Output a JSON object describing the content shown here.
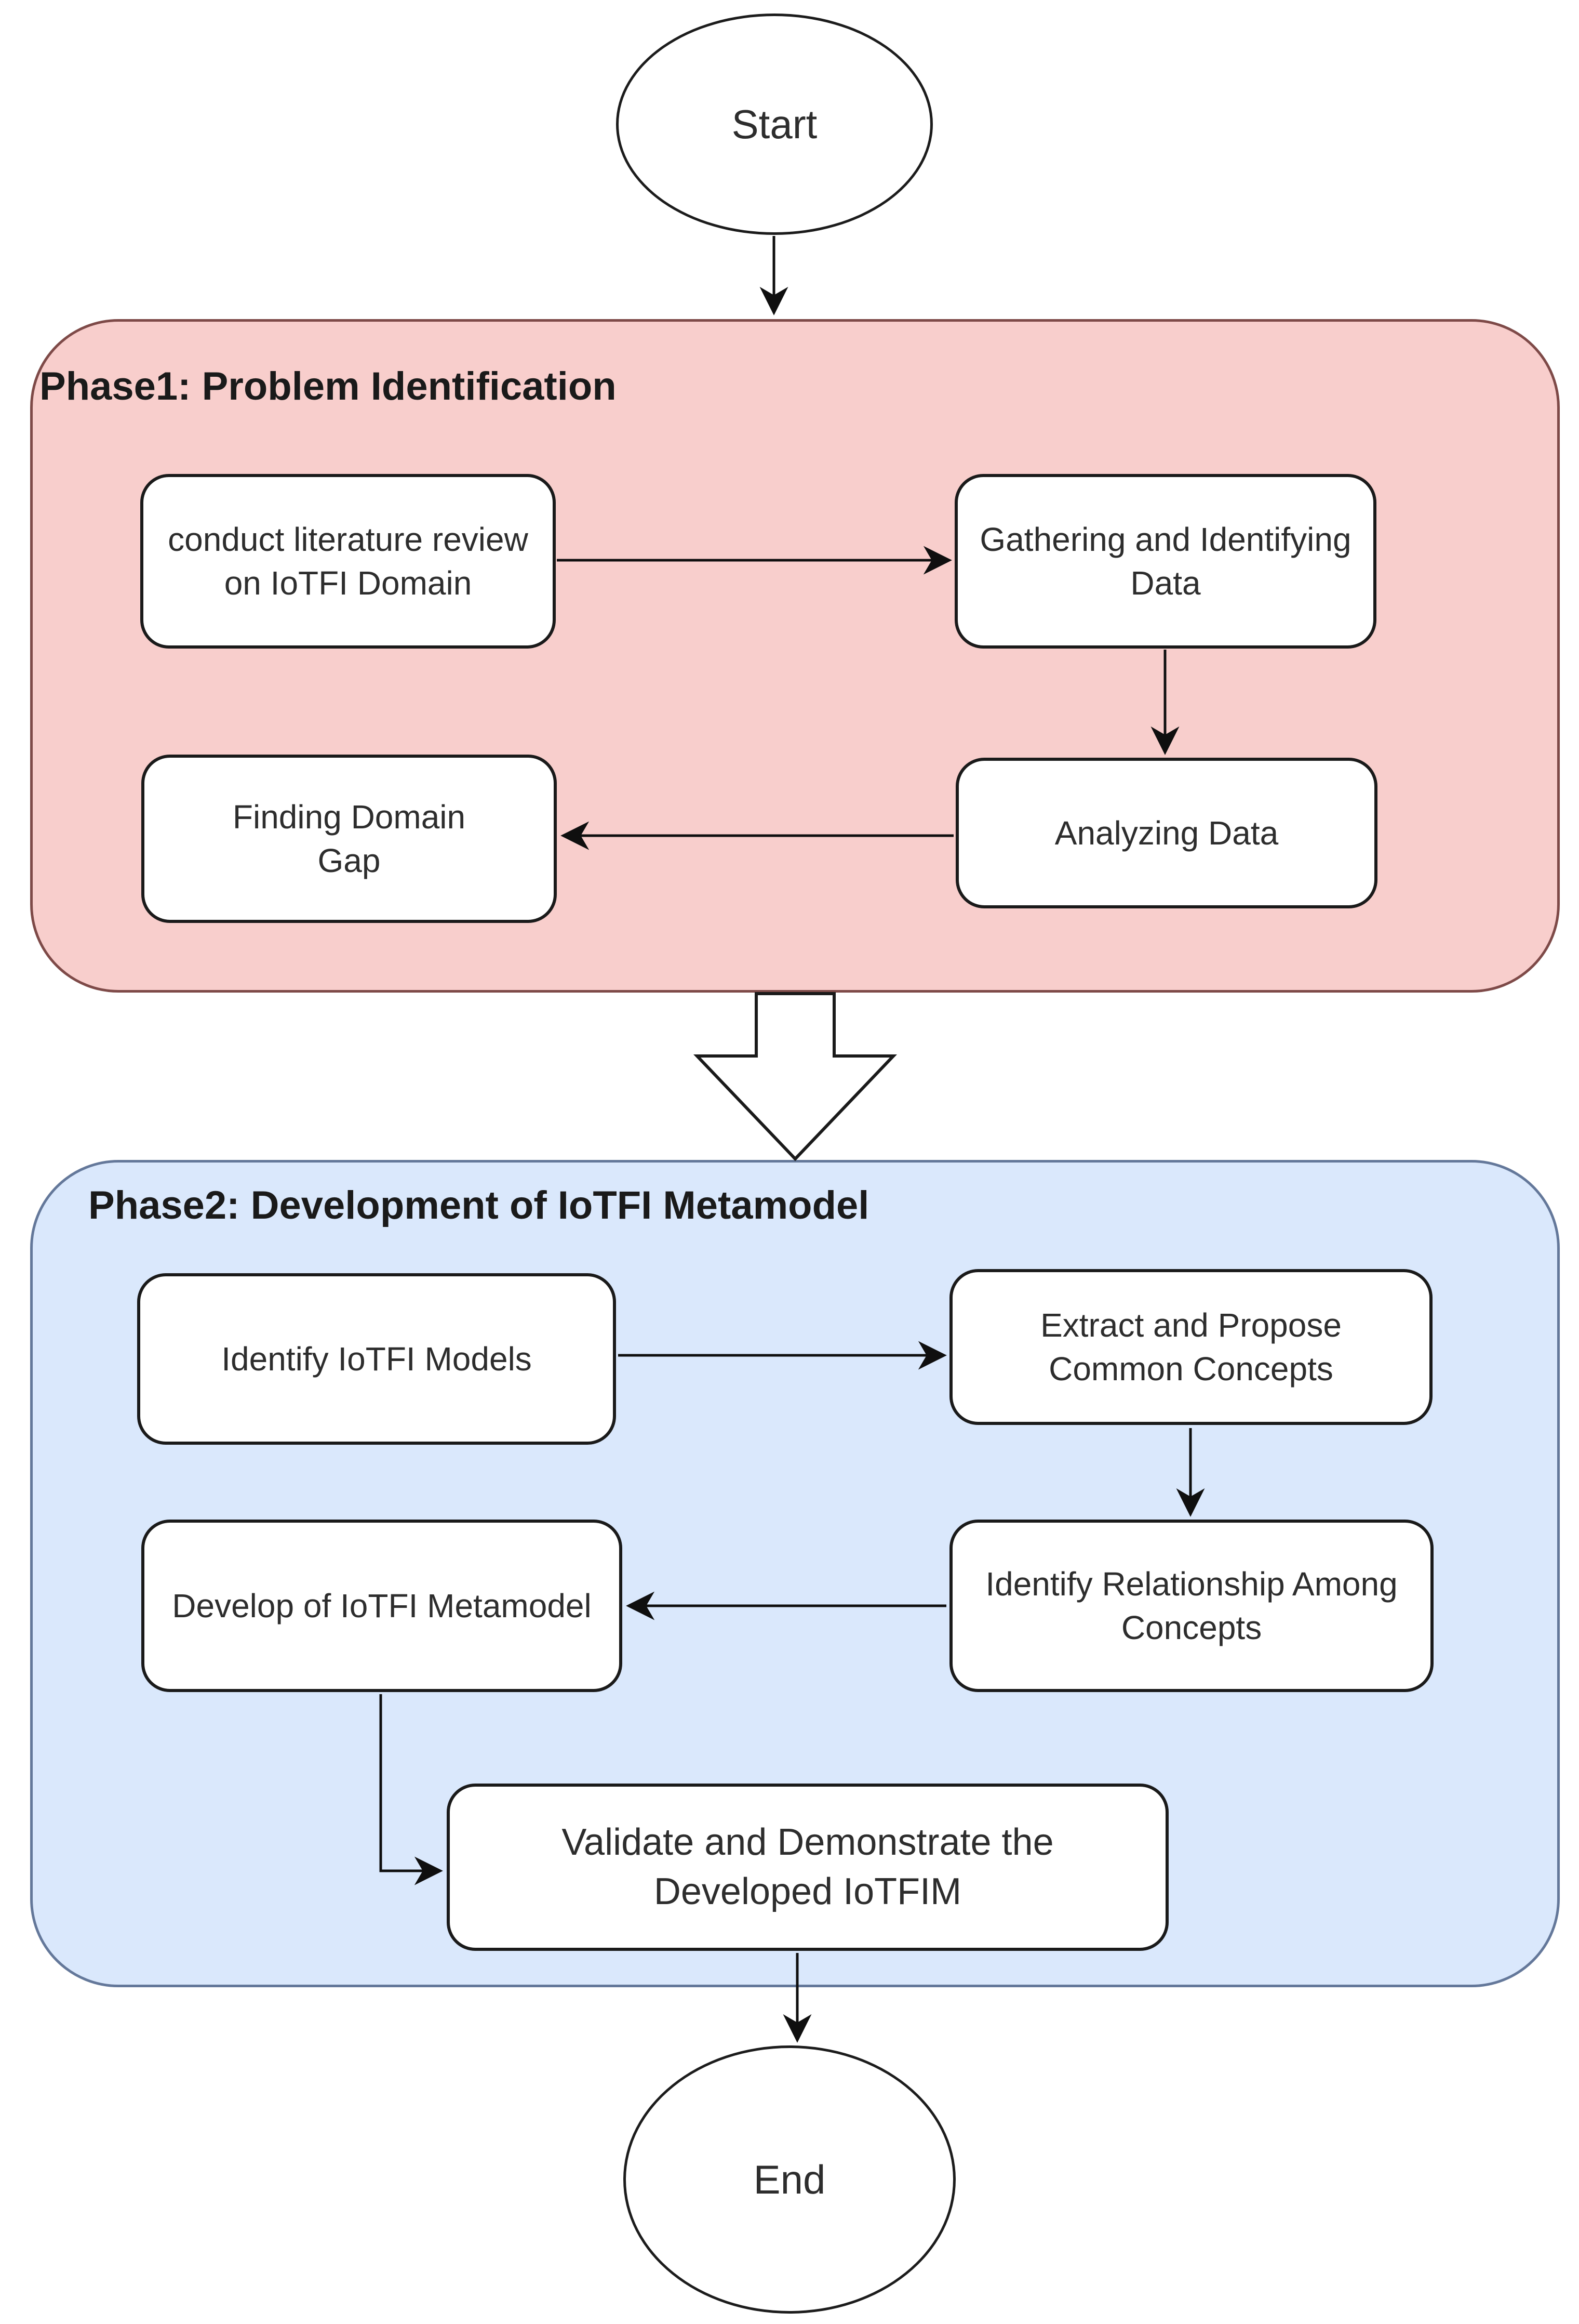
{
  "diagram_type": "flowchart",
  "flowchart": {
    "start": "Start",
    "end": "End",
    "phases": [
      {
        "id": "phase1",
        "title": "Phase1: Problem Identification",
        "fill": "#f8cecc",
        "border": "#7e4a48",
        "steps": [
          "conduct literature review on IoTFI Domain",
          "Gathering and Identifying Data",
          "Analyzing Data",
          "Finding Domain Gap"
        ]
      },
      {
        "id": "phase2",
        "title": "Phase2: Development of IoTFI Metamodel",
        "fill": "#dae8fc",
        "border": "#64789a",
        "steps": [
          "Identify IoTFI Models",
          "Extract and Propose Common Concepts",
          "Identify Relationship Among Concepts",
          "Develop of IoTFI Metamodel",
          "Validate and Demonstrate the Developed IoTFIM"
        ]
      }
    ],
    "edges": [
      {
        "from": "start",
        "to": "phase1"
      },
      {
        "from": "conduct-literature-review",
        "to": "gathering-identifying-data"
      },
      {
        "from": "gathering-identifying-data",
        "to": "analyzing-data"
      },
      {
        "from": "analyzing-data",
        "to": "finding-domain-gap"
      },
      {
        "from": "phase1",
        "to": "phase2"
      },
      {
        "from": "identify-iotfi-models",
        "to": "extract-propose-common-concepts"
      },
      {
        "from": "extract-propose-common-concepts",
        "to": "identify-relationship-among-concepts"
      },
      {
        "from": "identify-relationship-among-concepts",
        "to": "develop-iotfi-metamodel"
      },
      {
        "from": "develop-iotfi-metamodel",
        "to": "validate-demonstrate-iotfim"
      },
      {
        "from": "phase2",
        "to": "end"
      }
    ],
    "node_fill": "#ffffff",
    "node_border": "#1a1a1a",
    "connector_color": "#0f0f0f"
  }
}
